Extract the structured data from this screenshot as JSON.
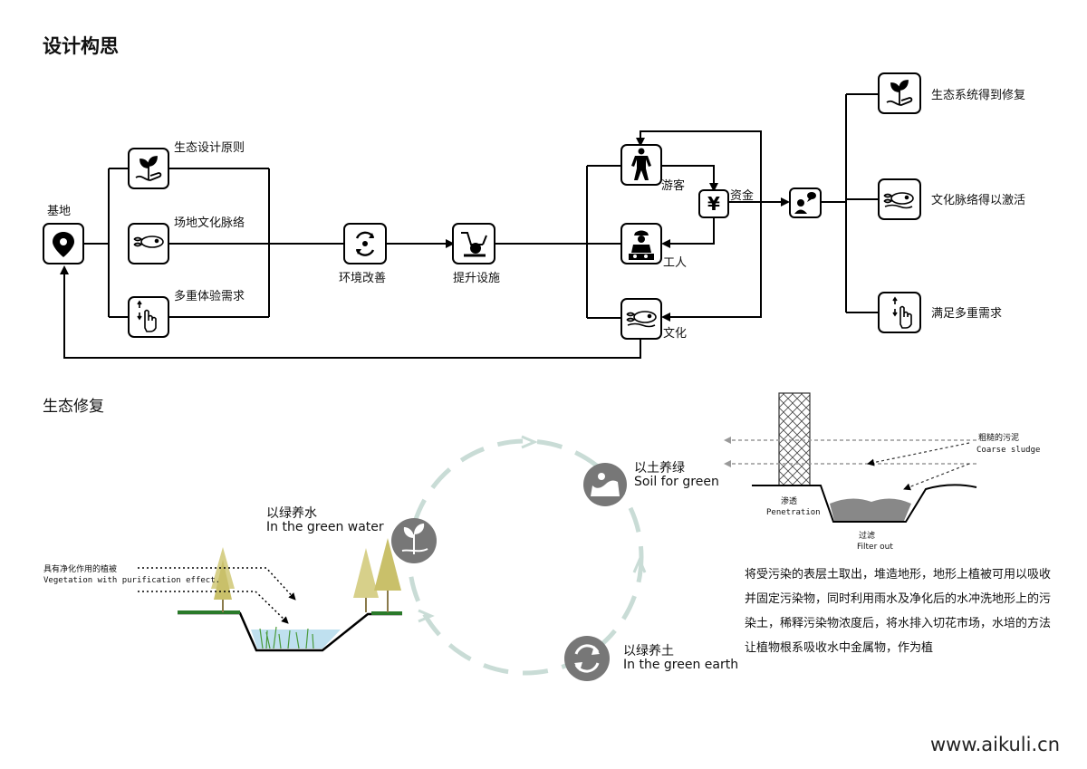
{
  "title": "设计构思",
  "section2_title": "生态修复",
  "flow": {
    "site": "基地",
    "principles": [
      "生态设计原则",
      "场地文化脉络",
      "多重体验需求"
    ],
    "env": "环境改善",
    "facility": "提升设施",
    "visitor": "游客",
    "fund": "资金",
    "fund_symbol": "¥",
    "worker": "工人",
    "culture": "文化",
    "outcomes": [
      "生态系统得到修复",
      "文化脉络得以激活",
      "满足多重需求"
    ]
  },
  "cycle": {
    "soil_cn": "以土养绿",
    "soil_en": "Soil for green",
    "water_cn": "以绿养水",
    "water_en": "In the green water",
    "earth_cn": "以绿养土",
    "earth_en": "In the green earth"
  },
  "section_left": {
    "veg_cn": "具有净化作用的植被",
    "veg_en": "Vegetation with purification effect."
  },
  "section_right": {
    "sludge_cn": "粗糙的污泥",
    "sludge_en": "Coarse sludge",
    "pen_cn": "渗透",
    "pen_en": "Penetration",
    "filter_cn": "过滤",
    "filter_en": "Filter out"
  },
  "description": "将受污染的表层土取出，堆造地形，地形上植被可用以吸收并固定污染物，同时利用雨水及净化后的水冲洗地形上的污染土，稀释污染物浓度后，将水排入切花市场，水培的方法让植物根系吸收水中金属物，作为植",
  "watermark": "www.aikuli.cn"
}
